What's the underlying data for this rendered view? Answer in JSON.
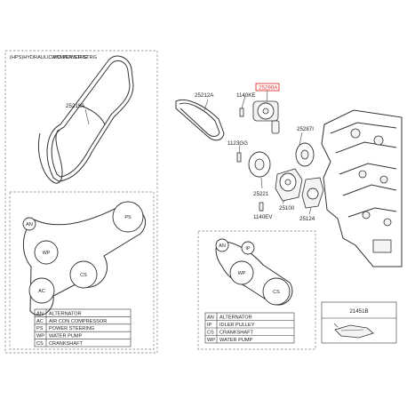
{
  "left_panel": {
    "title": "(HPS)HYDRAULIC POWER STRG",
    "title_overlap": "W/O POWER STRG",
    "belt_part": "25212A",
    "pulleys": {
      "an": "AN",
      "ps": "PS",
      "wp": "WP",
      "cs": "CS",
      "ac": "AC"
    },
    "legend": [
      {
        "code": "AN",
        "desc": "ALTERNATOR"
      },
      {
        "code": "AC",
        "desc": "AIR CON COMPRESSOR"
      },
      {
        "code": "PS",
        "desc": "POWER STEERING"
      },
      {
        "code": "WP",
        "desc": "WATER PUMP"
      },
      {
        "code": "CS",
        "desc": "CRANKSHAFT"
      }
    ]
  },
  "center": {
    "belt_part": "25212A",
    "highlight_part": "25290A",
    "highlight_color": "#e03030",
    "labels": [
      "1140KE",
      "25287I",
      "1123GG",
      "25221",
      "25100",
      "1140EV",
      "25124"
    ]
  },
  "right_panel": {
    "pulleys": {
      "an": "AN",
      "ip": "IP",
      "wp": "WP",
      "cs": "CS"
    },
    "legend": [
      {
        "code": "AN",
        "desc": "ALTERNATOR"
      },
      {
        "code": "IP",
        "desc": "IDLER PULLEY"
      },
      {
        "code": "CS",
        "desc": "CRANKSHAFT"
      },
      {
        "code": "WP",
        "desc": "WATER PUMP"
      }
    ]
  },
  "inset": {
    "part": "21451B"
  }
}
